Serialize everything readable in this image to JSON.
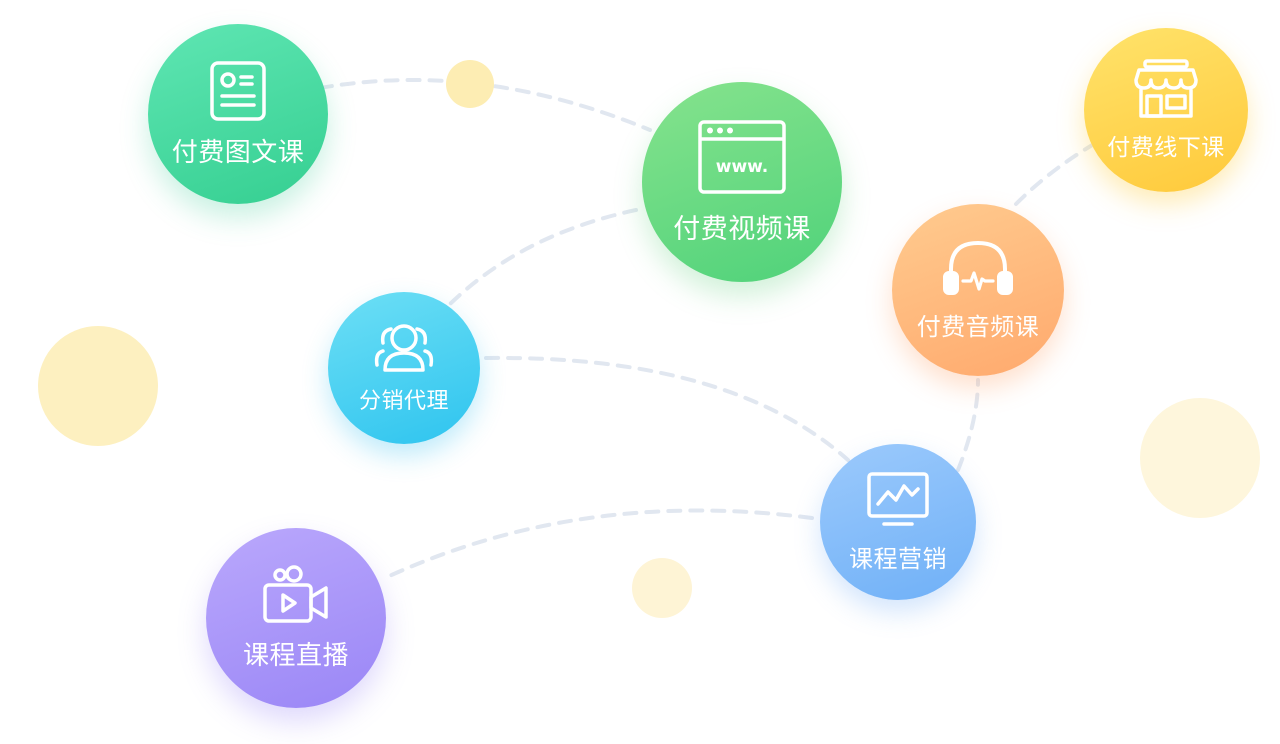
{
  "nodes": {
    "graphic_course": {
      "label": "付费图文课",
      "icon": "article-icon",
      "color": "#3fd69b"
    },
    "video_course": {
      "label": "付费视频课",
      "icon": "browser-window-icon",
      "icon_text": "www.",
      "color": "#62d883"
    },
    "offline_course": {
      "label": "付费线下课",
      "icon": "storefront-icon",
      "color": "#ffd54a"
    },
    "audio_course": {
      "label": "付费音频课",
      "icon": "headphones-icon",
      "color": "#ffb67a"
    },
    "distribution": {
      "label": "分销代理",
      "icon": "users-icon",
      "color": "#43cdf1"
    },
    "course_marketing": {
      "label": "课程营销",
      "icon": "monitor-chart-icon",
      "color": "#84bdf9"
    },
    "course_live": {
      "label": "课程直播",
      "icon": "video-camera-icon",
      "color": "#a895f8"
    }
  },
  "decor_colors": {
    "dot": "#fcecae",
    "line": "#e1e7f0"
  }
}
